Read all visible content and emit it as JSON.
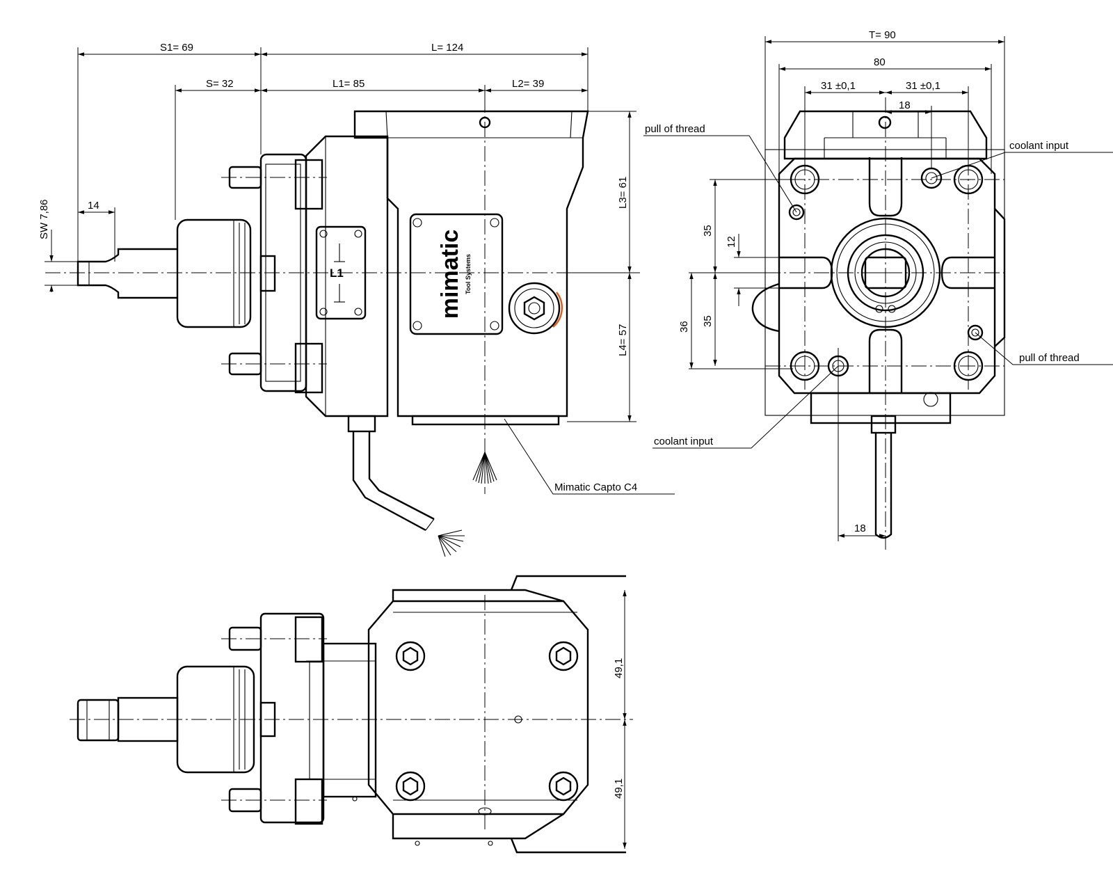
{
  "brand": {
    "logo": "mimatic",
    "tagline": "Tool Systems"
  },
  "dimensions": {
    "s1": "S1=  69",
    "l": "L=  124",
    "s": "S=   32",
    "l1": "L1=    85",
    "l2": "L2=  39",
    "sw": "SW 7,86",
    "d14": "14",
    "l3": "L3=  61",
    "l4": "L4=  57",
    "t": "T=  90",
    "d80": "80",
    "d31a": "31   ±0,1",
    "d31b": "31   ±0,1",
    "d18_top": "18",
    "d35_top": "35",
    "d12": "12",
    "d36": "36",
    "d35_bottom": "35",
    "d18_bottom": "18",
    "d49a": "49,1",
    "d49b": "49,1"
  },
  "callouts": {
    "pull_thread_left": "pull of thread",
    "coolant_input_right": "coolant input",
    "pull_thread_right": "pull of thread",
    "coolant_input_left": "coolant input",
    "capto": "Mimatic Capto C4"
  },
  "arrow_color": "#000000",
  "accent_color": "#e05a1a"
}
